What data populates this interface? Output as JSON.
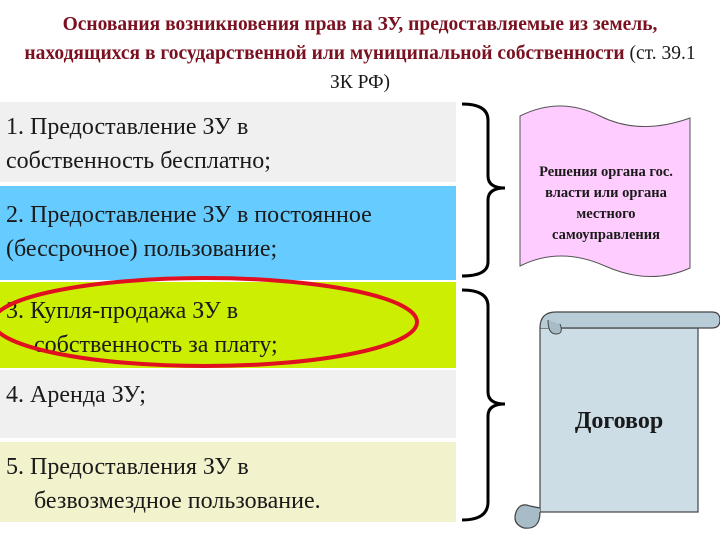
{
  "header": {
    "title_main": "Основания возникновения прав на ЗУ, предоставляемые из земель, находящихся в государственной или муниципальной собственности",
    "title_ref": "(ст. 39.1 ЗК РФ)"
  },
  "items": [
    {
      "line1": "1. Предоставление ЗУ в",
      "line2": "собственность бесплатно;",
      "color": "#f0f0f0"
    },
    {
      "line1": "2. Предоставление ЗУ в постоянное",
      "line2": "(бессрочное) пользование;",
      "color": "#66ccff"
    },
    {
      "line1": "3. Купля-продажа ЗУ в",
      "line2": "собственность за плату;",
      "color": "#ccee00"
    },
    {
      "line1": "4. Аренда ЗУ;",
      "line2": "",
      "color": "#f0f0f0"
    },
    {
      "line1": "5. Предоставления ЗУ в",
      "line2": "безвозмездное пользование.",
      "color": "#f2f2cc"
    }
  ],
  "shapes": {
    "decision_text": "Решения органа гос. власти или органа местного самоуправления",
    "decision_color": "#ffccff",
    "contract_text": "Договор",
    "contract_color": "#ccdde6"
  },
  "highlight": {
    "color": "#e01020"
  }
}
